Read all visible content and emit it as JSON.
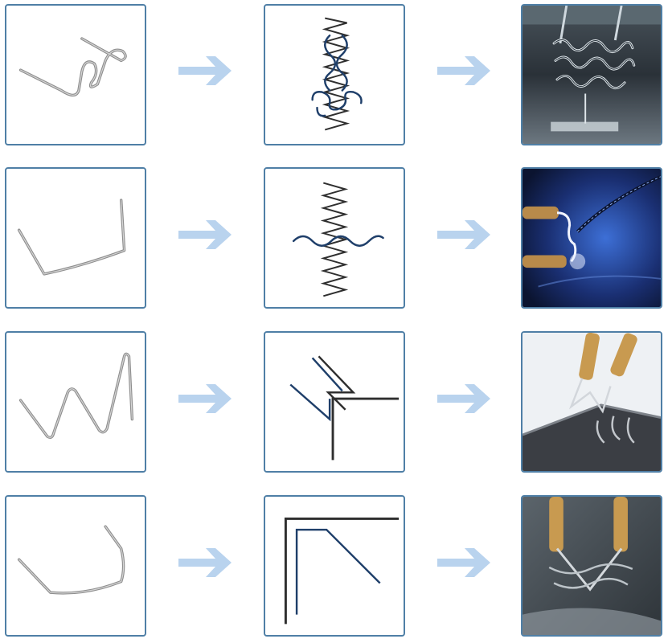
{
  "title": "",
  "rows": [
    {
      "staple": "wave-staple-icon",
      "technique": "wave-weld-diagram-icon",
      "photo": "wave-staple-welding-photo"
    },
    {
      "staple": "flat-staple-icon",
      "technique": "flat-crack-weld-diagram-icon",
      "photo": "flat-staple-welding-photo"
    },
    {
      "staple": "w-staple-icon",
      "technique": "w-outside-corner-diagram-icon",
      "photo": "w-staple-welding-photo"
    },
    {
      "staple": "v-staple-icon",
      "technique": "v-inside-corner-diagram-icon",
      "photo": "v-staple-welding-photo"
    }
  ],
  "colors": {
    "border": "#4f7fa6",
    "arrow": "#b9d3ee",
    "wire": "#9a9a9a",
    "line_dark": "#2f2f2f",
    "line_blue": "#1f3f6a"
  }
}
